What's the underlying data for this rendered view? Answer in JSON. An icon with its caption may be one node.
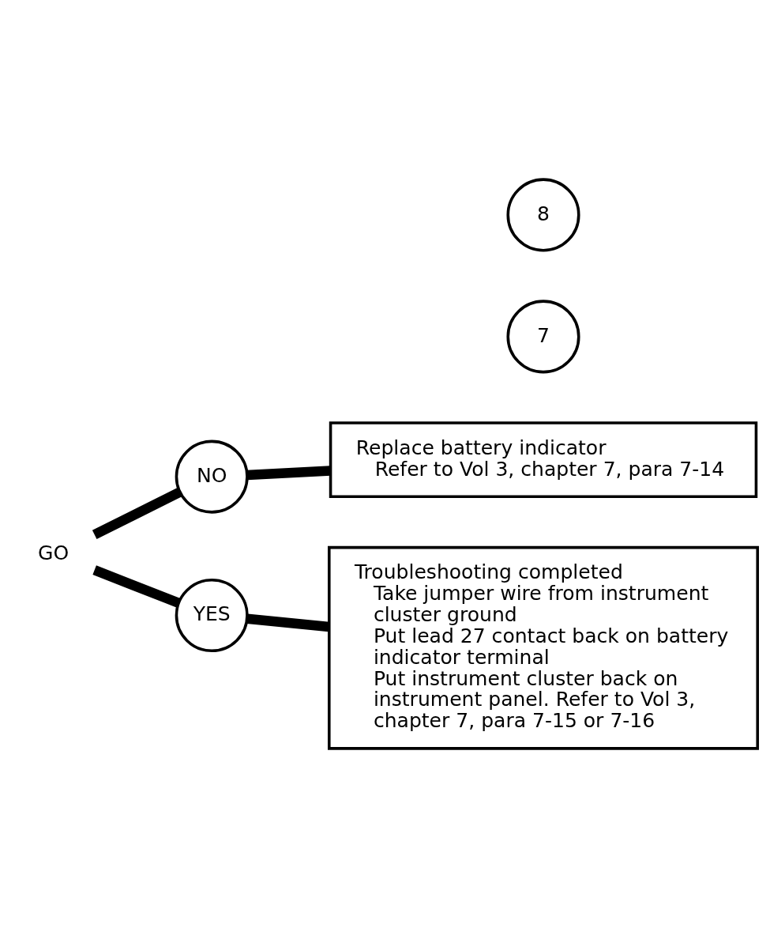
{
  "diagram": {
    "nodes": [
      {
        "text": [
          "GO"
        ]
      },
      {
        "text": [
          "NO"
        ]
      },
      {
        "text": [
          "7"
        ]
      },
      {
        "text": [
          "Replace battery indicator",
          "Refer to Vol 3, chapter 7, para 7-14"
        ]
      },
      {
        "text": [
          "YES"
        ]
      },
      {
        "text": [
          "8"
        ]
      },
      {
        "text": [
          "Troubleshooting completed",
          "Take jumper wire from instrument cluster ground",
          "Put lead 27 contact back on battery indicator terminal",
          "Put instrument cluster back on instrument panel. Refer to Vol 3, chapter 7, para 7-15 or 7-16"
        ]
      }
    ],
    "edges": [
      {
        "from": 0,
        "to": 1,
        "arrow": "none"
      },
      {
        "from": 1,
        "to": 3,
        "arrow": "none"
      },
      {
        "from": 0,
        "to": 4,
        "arrow": "none"
      },
      {
        "from": 4,
        "to": 6,
        "arrow": "none"
      }
    ]
  }
}
